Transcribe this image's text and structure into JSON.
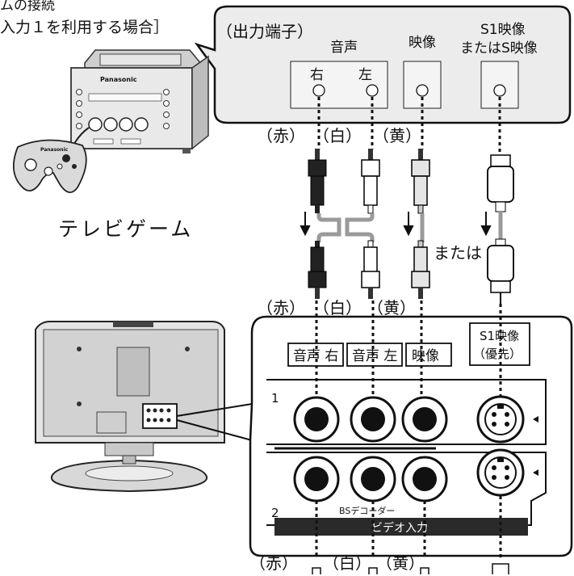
{
  "title_line1": "ムの接続",
  "title_line2": "入力１を利用する場合］",
  "source": {
    "group_label": "（出力端子）",
    "audio_label": "音声",
    "right_label": "右",
    "left_label": "左",
    "video_label": "映像",
    "svideo_label_1": "S1映像",
    "svideo_label_2": "またはS映像"
  },
  "device_label": "テレビゲーム",
  "color_labels_top": [
    "（赤）",
    "（白）",
    "（黄）"
  ],
  "or_label": "または",
  "color_labels_mid": [
    "（赤）",
    "（白）",
    "（黄）"
  ],
  "tv_inputs": {
    "audio_right": "音声 右",
    "audio_left": "音声 左",
    "video": "映像",
    "svideo_1": "S1映像",
    "svideo_2": "（優先）",
    "row1_num": "1",
    "row2_num": "2",
    "bs_decoder": "BSデコーダー",
    "panel_label": "ビデオ入力"
  },
  "color_labels_bottom": [
    "（赤）",
    "（白）",
    "（黄）"
  ],
  "console_brand": "Panasonic",
  "controller_brand": "Panasonic",
  "colors": {
    "panel_fill": "#ececec",
    "cable_gray": "#9a9a9a",
    "dark_band": "#2a2a2a"
  }
}
